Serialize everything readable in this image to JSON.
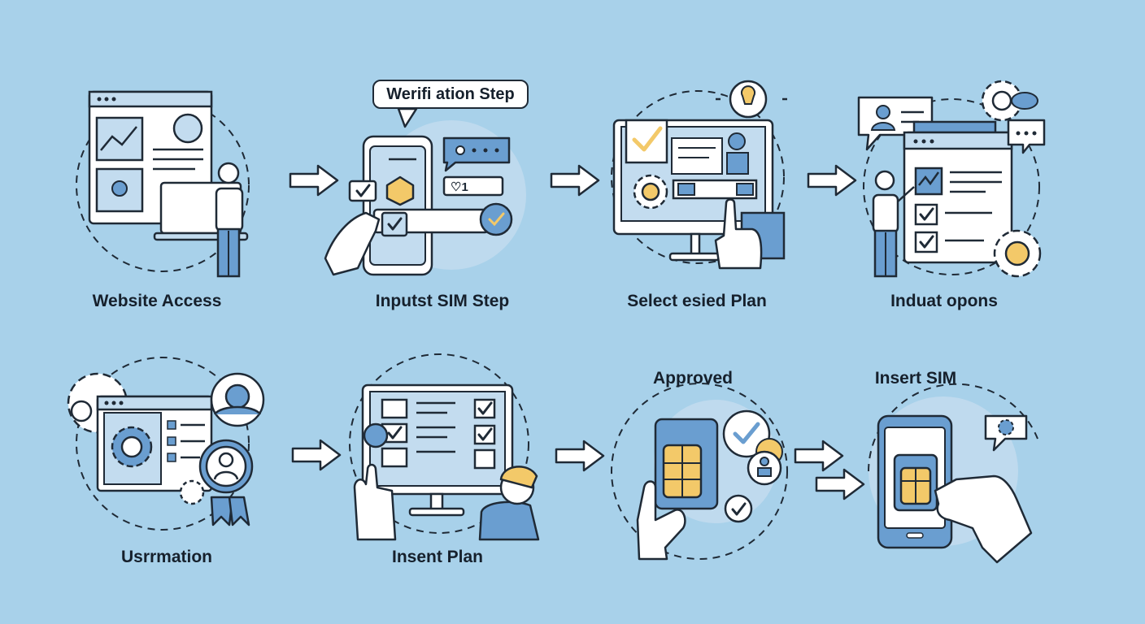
{
  "steps": [
    {
      "label": "Website Access"
    },
    {
      "label": "Inputst SIM Step",
      "bubble": "Werifi ation Step"
    },
    {
      "label": "Select esied Plan"
    },
    {
      "label": "Induat opons"
    },
    {
      "label": "Usrrmation"
    },
    {
      "label": "Insent Plan"
    },
    {
      "label": "Approved"
    },
    {
      "label": "Insert SIM"
    }
  ],
  "badges": {
    "heart_field": "♡1"
  },
  "colors": {
    "background": "#a8d1ea",
    "panel_blue": "#6a9ed0",
    "light_blue": "#c3dcef",
    "line": "#1f2a36",
    "accent_yellow": "#f3c969",
    "white": "#ffffff"
  },
  "icons": [
    "arrow-right-icon",
    "check-icon",
    "gear-icon",
    "lightbulb-icon",
    "user-icon",
    "sim-card-icon",
    "hand-pointer-icon",
    "chat-bubble-icon",
    "award-ribbon-icon"
  ]
}
